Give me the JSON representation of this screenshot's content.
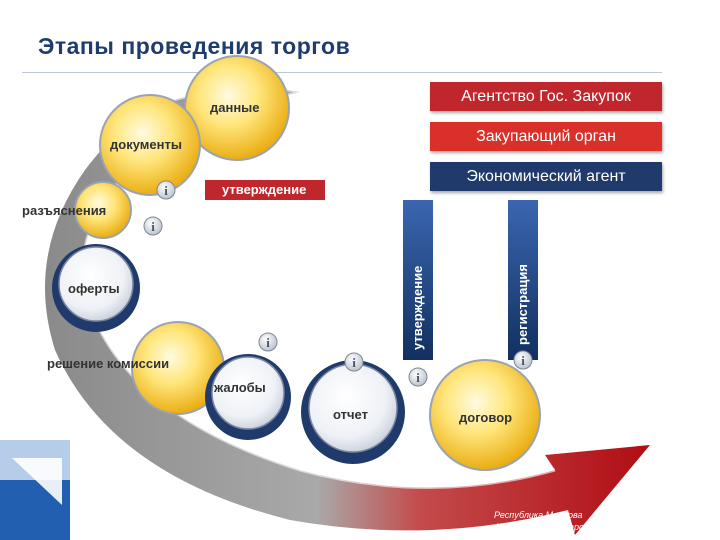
{
  "title": "Этапы проведения торгов",
  "legend": {
    "agency": "Агентство Гос. Закупок",
    "buyer": "Закупающий орган",
    "economic": "Экономический агент"
  },
  "colors": {
    "agency": "#c0272d",
    "buyer": "#d9302a",
    "economic": "#1f3a6b",
    "title": "#1f3c6e"
  },
  "stages": {
    "dannye": "данные",
    "dokumenty": "документы",
    "utverzhdenie_bar": "утверждение",
    "razyasneniya": "разъяснения",
    "oferty": "оферты",
    "utverzhdenie_vertical": "утверждение",
    "registratsiya": "регистрация",
    "reshenie": "решение комиссии",
    "zhaloby": "жалобы",
    "otchet": "отчет",
    "dogovor": "договор"
  },
  "footer": {
    "line1": "Республика Молдова",
    "line2": "Агентство Государственных Закупок"
  }
}
